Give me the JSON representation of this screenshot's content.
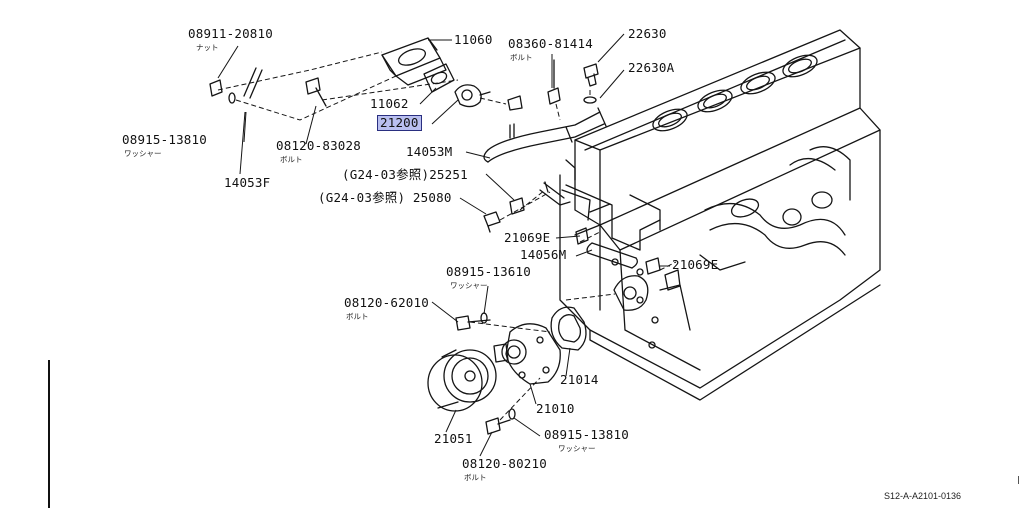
{
  "diagram": {
    "doc_id": "S12-A-A2101-0136",
    "highlight_color": "#b9bff0",
    "parts": [
      {
        "number": "08911-20810",
        "note": "ナット"
      },
      {
        "number": "11060"
      },
      {
        "number": "08360-81414",
        "note": "ボルト"
      },
      {
        "number": "22630"
      },
      {
        "number": "22630A"
      },
      {
        "number": "11062"
      },
      {
        "number": "21200",
        "highlighted": true
      },
      {
        "number": "08915-13810",
        "note": "ワッシャー"
      },
      {
        "number": "08120-83028",
        "note": "ボルト"
      },
      {
        "number": "14053M"
      },
      {
        "number": "14053F"
      },
      {
        "number": "(G24-03参照)25251"
      },
      {
        "number": "(G24-03参照) 25080"
      },
      {
        "number": "21069E"
      },
      {
        "number": "14056M"
      },
      {
        "number": "21069E"
      },
      {
        "number": "08915-13610",
        "note": "ワッシャー"
      },
      {
        "number": "08120-62010",
        "note": "ボルト"
      },
      {
        "number": "21014"
      },
      {
        "number": "21010"
      },
      {
        "number": "21051"
      },
      {
        "number": "08915-13810",
        "note": "ワッシャー"
      },
      {
        "number": "08120-80210",
        "note": "ボルト"
      }
    ]
  }
}
